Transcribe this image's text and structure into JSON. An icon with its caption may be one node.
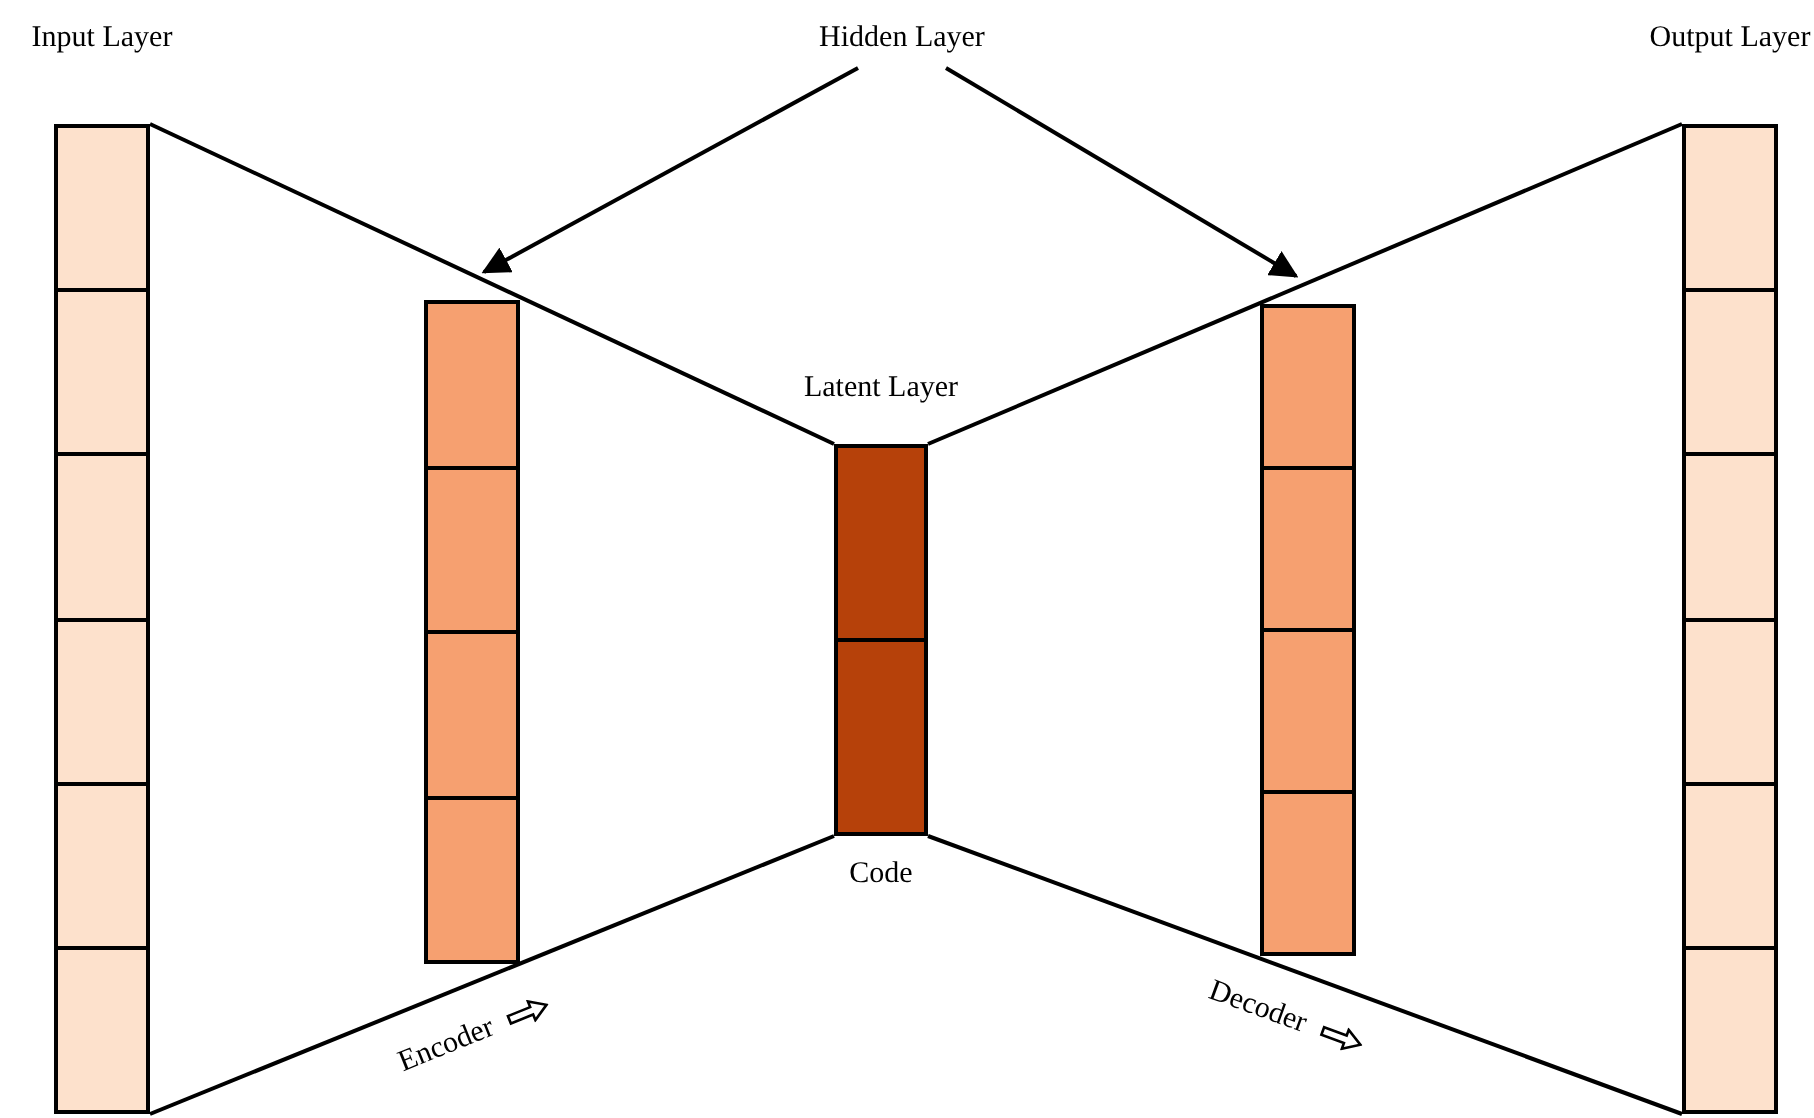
{
  "diagram": {
    "nodes": [
      {
        "text": [
          "Input Layer"
        ]
      },
      {
        "text": [
          "Hidden Layer"
        ]
      },
      {
        "text": [],
        "shape": "bar"
      },
      {
        "text": [
          "Latent Layer"
        ],
        "beside": [
          "Code"
        ]
      },
      {
        "text": [],
        "shape": "bar"
      },
      {
        "text": [
          "Output Layer"
        ]
      }
    ],
    "edges": [
      {
        "from": 1,
        "to": 2,
        "arrow": "to"
      },
      {
        "from": 1,
        "to": 4,
        "arrow": "to"
      },
      {
        "from": 0,
        "to": 3,
        "arrow": "none"
      },
      {
        "from": 0,
        "to": 3,
        "arrow": "none"
      },
      {
        "from": 3,
        "to": 5,
        "arrow": "none"
      },
      {
        "from": 3,
        "to": 5,
        "arrow": "none"
      }
    ],
    "labels": [
      "Encoder",
      "Decoder"
    ]
  }
}
